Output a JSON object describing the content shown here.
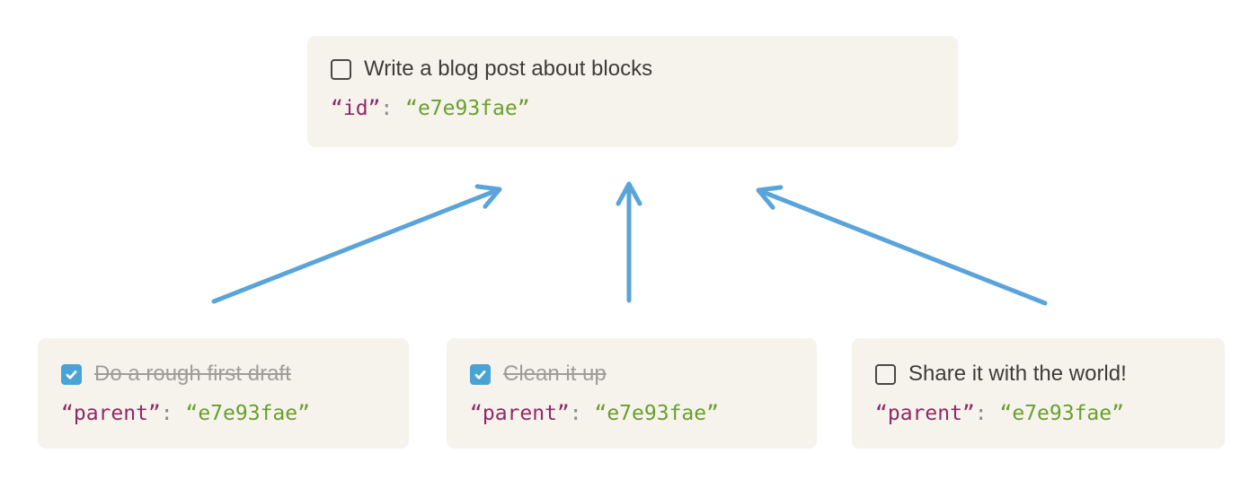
{
  "colors": {
    "page_bg": "#ffffff",
    "card_bg": "#f6f3ec",
    "text": "#3f3b37",
    "muted": "#a09d99",
    "code_key": "#8f2a65",
    "code_punct": "#8d8b88",
    "code_value": "#699f2f",
    "checkbox_blue": "#4aa3d5",
    "checkbox_border": "#4b4743",
    "arrow": "#5aa4da"
  },
  "parent_card": {
    "label": "Write a blog post about blocks",
    "checked": false,
    "code": {
      "key": "“id”",
      "separator": ": ",
      "value": "“e7e93fae”"
    }
  },
  "child_cards": [
    {
      "label": "Do a rough first draft",
      "checked": true,
      "code": {
        "key": "“parent”",
        "separator": ": ",
        "value": "“e7e93fae”"
      }
    },
    {
      "label": "Clean it up",
      "checked": true,
      "code": {
        "key": "“parent”",
        "separator": ": ",
        "value": "“e7e93fae”"
      }
    },
    {
      "label": "Share it with the world!",
      "checked": false,
      "code": {
        "key": "“parent”",
        "separator": ": ",
        "value": "“e7e93fae”"
      }
    }
  ],
  "arrows": [
    {
      "from": "child-1",
      "to": "parent"
    },
    {
      "from": "child-2",
      "to": "parent"
    },
    {
      "from": "child-3",
      "to": "parent"
    }
  ]
}
